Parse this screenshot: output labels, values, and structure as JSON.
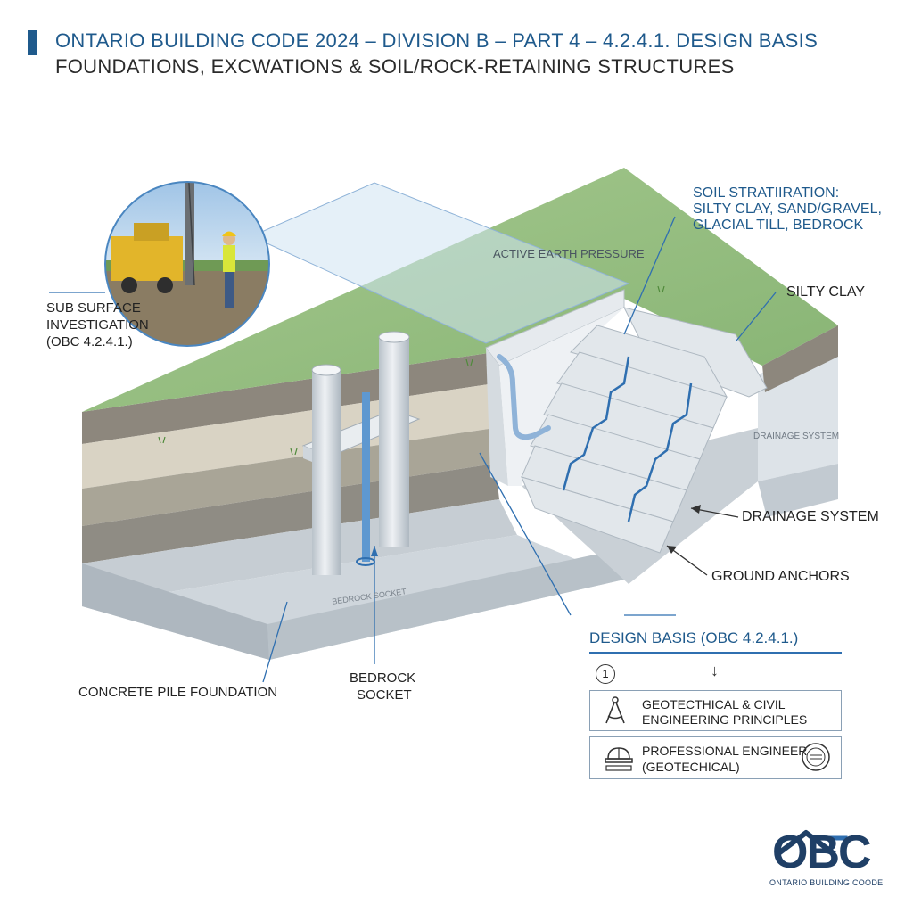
{
  "header": {
    "title_line1": "ONTARIO BUILDING CODE 2024 –   DIVISION B – PART 4 – 4.2.4.1. DESIGN BASIS",
    "title_line2": "FOUNDATIONS, EXCWATIONS & SOIL/ROCK-RETAINING STRUCTURES"
  },
  "labels": {
    "subsurface_line1": "SUB SURFACE",
    "subsurface_line2": "INVESTIGATION",
    "subsurface_line3": "(OBC 4.2.4.1.)",
    "stratification_line1": "SOIL STRATIIRATION:",
    "stratification_line2": "SILTY CLAY, SAND/GRAVEL,",
    "stratification_line3": "GLACIAL TILL, BEDROCK",
    "active_pressure": "ACTIVE EARTH PRESSURE",
    "silty_clay": "SILTY CLAY",
    "drainage_small": "DRAINAGE SYSTEM",
    "drainage": "DRAINAGE SYSTEM",
    "ground_anchors": "GROUND ANCHORS",
    "bedrock_socket_small": "BEDROCK SOCKET",
    "bedrock_socket_line1": "BEDROCK",
    "bedrock_socket_line2": "SOCKET",
    "pile_foundation": "CONCRETE PILE FOUNDATION"
  },
  "design_basis": {
    "title": "DESIGN BASIS (OBC 4.2.4.1.)",
    "step_number": "1",
    "item1_line1": "GEOTECTHICAL & CIVIL",
    "item1_line2": "ENGINEERING PRINCIPLES",
    "item2_line1": "PROFESSIONAL ENGINEER",
    "item2_line2": "(GEOTECHICAL)"
  },
  "logo": {
    "mark": "OBC",
    "subtitle": "ONTARIO BUILDING COODE"
  },
  "colors": {
    "accent": "#1f5a8c",
    "grass": "#93be7d",
    "concrete": "#dde3e8",
    "callout_line": "#2f6fb0"
  },
  "icons": [
    "drill-rig-photo",
    "compass-icon",
    "hard-hat-icon",
    "stamp-icon",
    "chevron-down-icon"
  ]
}
